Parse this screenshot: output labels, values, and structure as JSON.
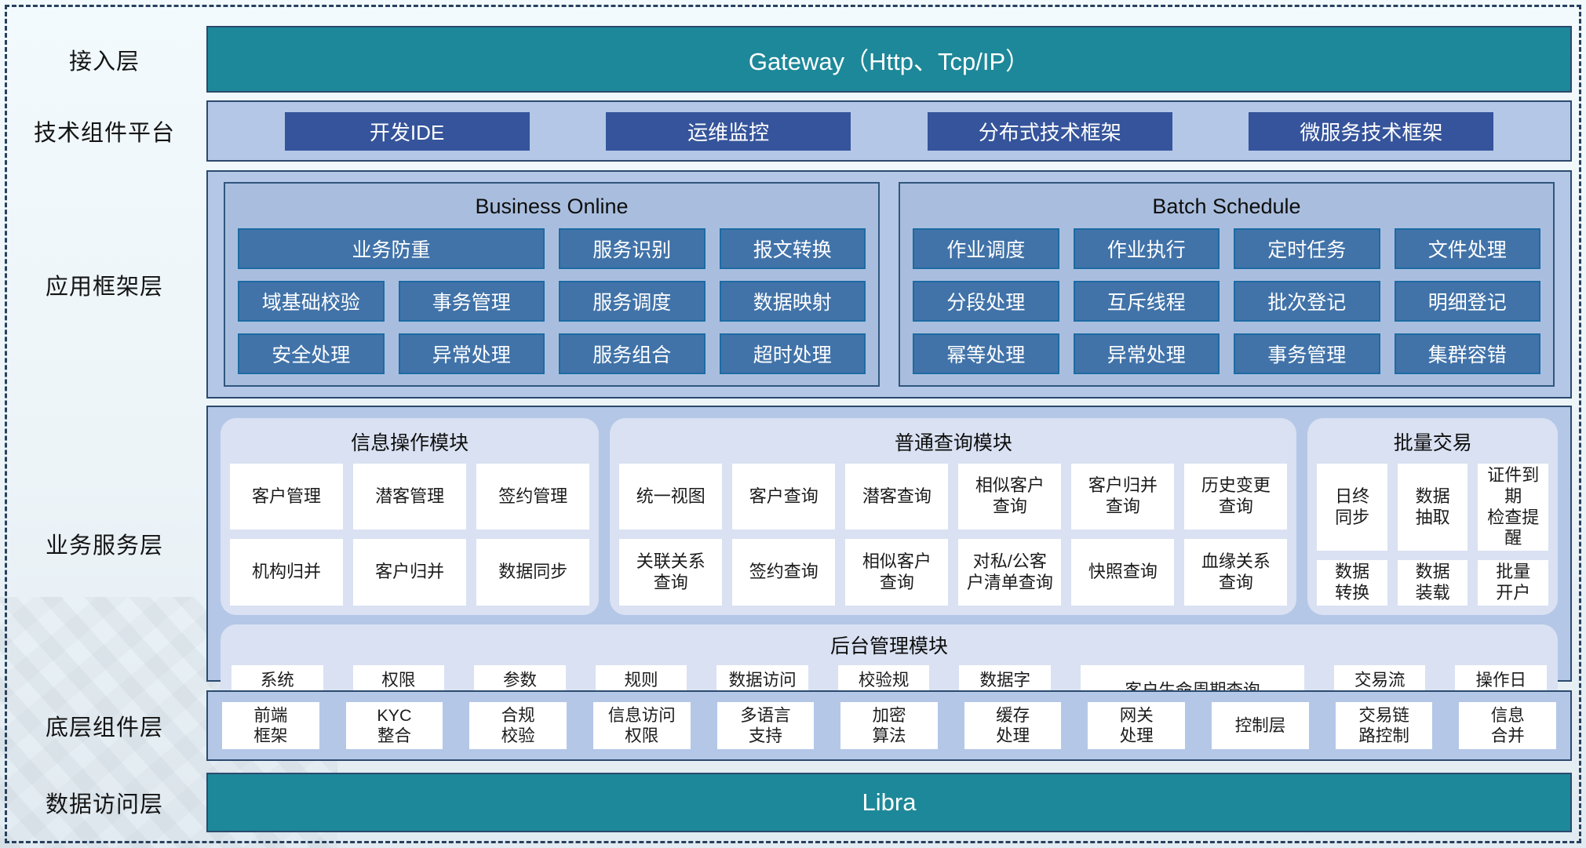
{
  "colors": {
    "teal_bar": "#1d8899",
    "outer_dashed_border": "#27415f",
    "band_fill": "#b4c7e7",
    "framework_panel_fill": "#a9bede",
    "framework_button_fill": "#4173a9",
    "framework_button_border": "#1d6ba3",
    "tech_button_fill": "#35549b",
    "group_fill": "#d9e1f2",
    "chip_fill": "#ffffff"
  },
  "layers": {
    "access": {
      "label": "接入层",
      "gateway_text": "Gateway（Http、Tcp/IP）"
    },
    "tech_platform": {
      "label": "技术组件平台",
      "buttons": [
        "开发IDE",
        "运维监控",
        "分布式技术框架",
        "微服务技术框架"
      ]
    },
    "app_framework": {
      "label": "应用框架层",
      "panels": [
        {
          "title": "Business Online",
          "buttons": [
            {
              "label": "业务防重",
              "span": 2
            },
            "服务识别",
            "报文转换",
            "域基础校验",
            "事务管理",
            "服务调度",
            "数据映射",
            "安全处理",
            "异常处理",
            "服务组合",
            "超时处理"
          ]
        },
        {
          "title": "Batch Schedule",
          "buttons": [
            "作业调度",
            "作业执行",
            "定时任务",
            "文件处理",
            "分段处理",
            "互斥线程",
            "批次登记",
            "明细登记",
            "幂等处理",
            "异常处理",
            "事务管理",
            "集群容错"
          ]
        }
      ]
    },
    "business_service": {
      "label": "业务服务层",
      "groups": [
        {
          "title": "信息操作模块",
          "cols": 3,
          "chips": [
            "客户管理",
            "潜客管理",
            "签约管理",
            "机构归并",
            "客户归并",
            "数据同步"
          ]
        },
        {
          "title": "普通查询模块",
          "cols": 6,
          "chips": [
            "统一视图",
            "客户查询",
            "潜客查询",
            "相似客户\n查询",
            "客户归并\n查询",
            "历史变更\n查询",
            "关联关系\n查询",
            "签约查询",
            "相似客户\n查询",
            "对私/公客\n户清单查询",
            "快照查询",
            "血缘关系\n查询"
          ]
        },
        {
          "title": "批量交易",
          "cols": 3,
          "chips": [
            "日终\n同步",
            "数据\n抽取",
            "证件到期\n检查提醒",
            "数据\n转换",
            "数据\n装载",
            "批量\n开户"
          ]
        }
      ],
      "admin": {
        "title": "后台管理模块",
        "chips": [
          "系统\n管理",
          "权限\n管理",
          "参数\n管理",
          "规则\n配置",
          "数据访问\n控制",
          "校验规\n则管理",
          "数据字\n典管理",
          {
            "label": "客户生命周期查询",
            "wide": true
          },
          "交易流\n水查询",
          "操作日\n志查询"
        ]
      }
    },
    "base_components": {
      "label": "底层组件层",
      "chips": [
        "前端\n框架",
        "KYC\n整合",
        "合规\n校验",
        "信息访问\n权限",
        "多语言\n支持",
        "加密\n算法",
        "缓存\n处理",
        "网关\n处理",
        "控制层",
        "交易链\n路控制",
        "信息\n合并"
      ]
    },
    "data_access": {
      "label": "数据访问层",
      "bar_text": "Libra"
    }
  }
}
